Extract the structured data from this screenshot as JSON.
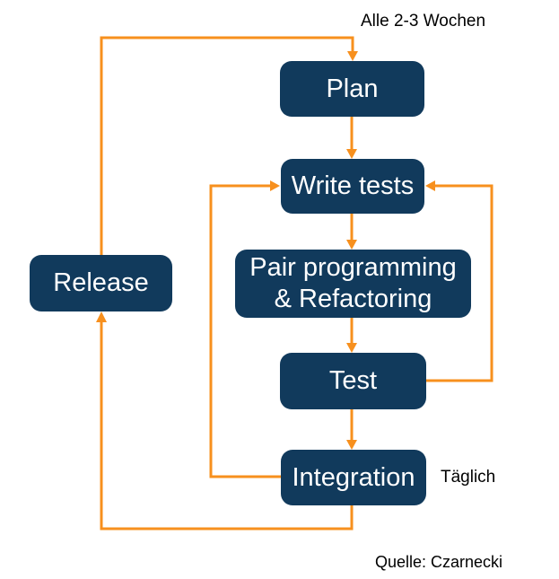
{
  "diagram": {
    "nodes": {
      "plan": {
        "label": "Plan"
      },
      "write_tests": {
        "label": "Write tests"
      },
      "pair": {
        "lines": [
          "Pair programming",
          "& Refactoring"
        ]
      },
      "test": {
        "label": "Test"
      },
      "integration": {
        "label": "Integration"
      },
      "release": {
        "label": "Release"
      }
    },
    "annotations": {
      "iteration": "Alle 2-3 Wochen",
      "daily": "Täglich",
      "source": "Quelle: Czarnecki"
    },
    "colors": {
      "node_fill": "#113A5C",
      "node_text": "#FFFFFF",
      "arrow": "#F7901E",
      "annotation_text": "#000000",
      "background": "#FFFFFF"
    }
  }
}
